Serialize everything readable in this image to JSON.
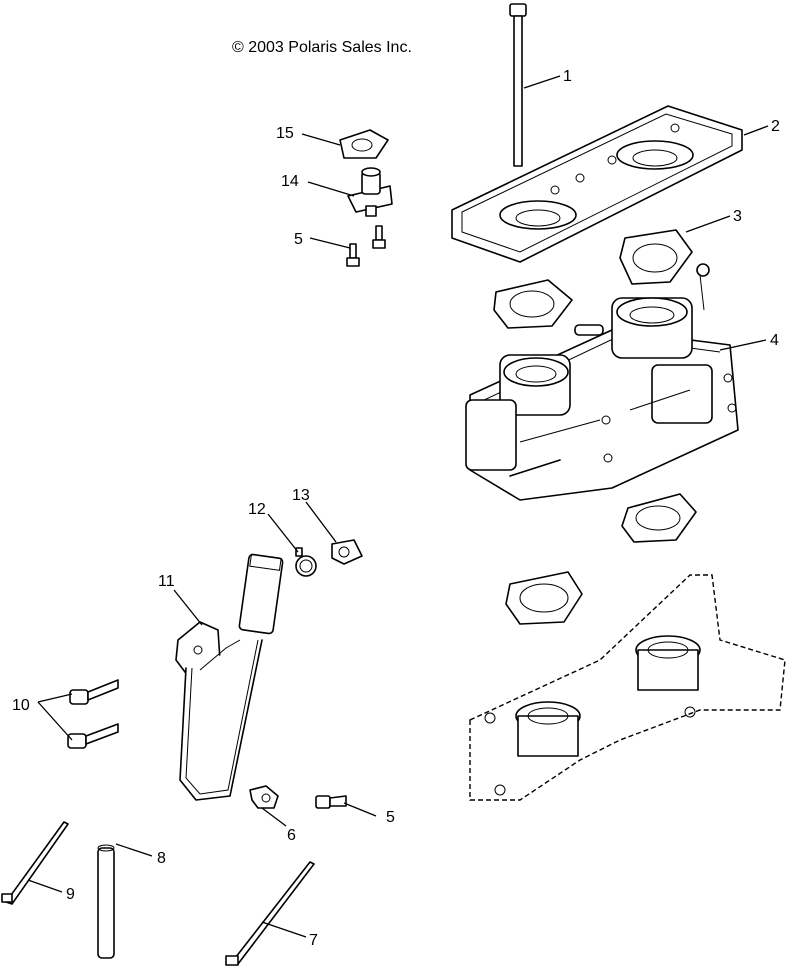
{
  "copyright": "© 2003 Polaris Sales Inc.",
  "callouts": {
    "c1": "1",
    "c2": "2",
    "c3": "3",
    "c4": "4",
    "c5a": "5",
    "c5b": "5",
    "c6": "6",
    "c7": "7",
    "c8": "8",
    "c9": "9",
    "c10": "10",
    "c11": "11",
    "c12": "12",
    "c13": "13",
    "c14": "14",
    "c15": "15"
  }
}
